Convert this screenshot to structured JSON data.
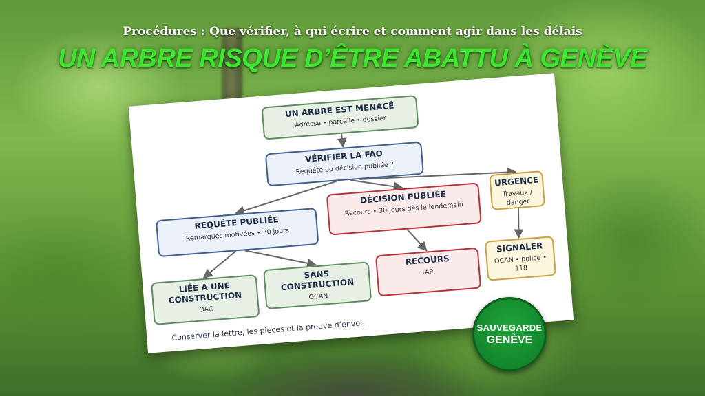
{
  "header": {
    "subtitle": "Procédures : Que vérifier, à qui écrire et comment agir dans les délais",
    "title": "UN ARBRE RISQUE D’ÊTRE ABATTU À GENÈVE"
  },
  "flowchart": {
    "nodes": {
      "menace": {
        "title": "UN ARBRE EST MENACÉ",
        "subtitle": "Adresse • parcelle • dossier"
      },
      "fao": {
        "title": "VÉRIFIER LA FAO",
        "subtitle": "Requête ou décision publiée ?"
      },
      "requete": {
        "title": "REQUÊTE PUBLIÉE",
        "subtitle": "Remarques motivées • 30 jours"
      },
      "decision": {
        "title": "DÉCISION PUBLIÉE",
        "subtitle": "Recours • 30 jours dès le lendemain"
      },
      "urgence": {
        "title": "URGENCE",
        "subtitle": "Travaux / danger"
      },
      "liee": {
        "title": "LIÉE À UNE CONSTRUCTION",
        "subtitle": "OAC"
      },
      "sans": {
        "title": "SANS CONSTRUCTION",
        "subtitle": "OCAN"
      },
      "recours": {
        "title": "RECOURS",
        "subtitle": "TAPI"
      },
      "signaler": {
        "title": "SIGNALER",
        "subtitle": "OCAN • police • 118"
      }
    },
    "edges": [
      [
        "menace",
        "fao"
      ],
      [
        "fao",
        "requete"
      ],
      [
        "fao",
        "decision"
      ],
      [
        "fao",
        "urgence"
      ],
      [
        "requete",
        "liee"
      ],
      [
        "requete",
        "sans"
      ],
      [
        "decision",
        "recours"
      ],
      [
        "urgence",
        "signaler"
      ]
    ],
    "note": "Conserver la lettre, les pièces et la preuve d’envoi."
  },
  "badge": {
    "line1": "SAUVEGARDE",
    "line2": "GENÈVE"
  },
  "colors": {
    "title_green": "#3ee52e",
    "node_green": "#5e8c5f",
    "node_blue": "#3f5f90",
    "node_red": "#b8323a",
    "node_yellow": "#c9a244",
    "badge_green": "#1fa43a"
  }
}
